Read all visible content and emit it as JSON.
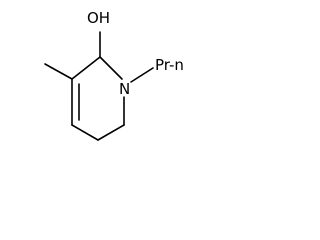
{
  "molecule": {
    "labels": {
      "hydroxyl": "OH",
      "nitrogen": "N",
      "substituent": "Pr-n"
    }
  }
}
